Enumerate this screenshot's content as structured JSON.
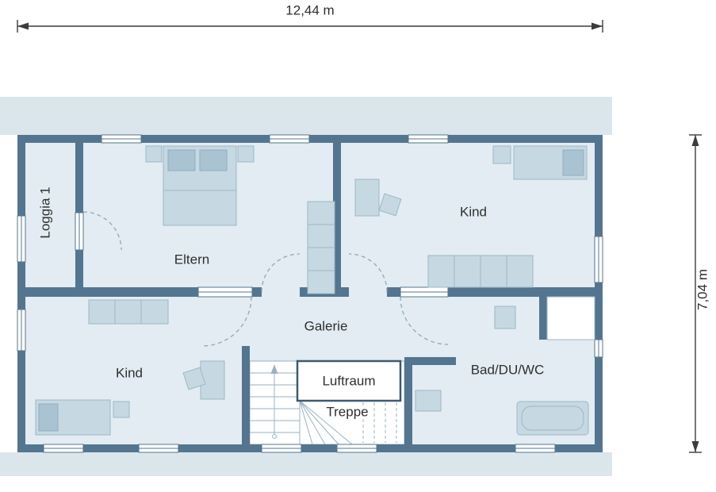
{
  "dimensions": {
    "width": "12,44 m",
    "height": "7,04 m"
  },
  "rooms": {
    "loggia": "Loggia 1",
    "eltern": "Eltern",
    "kind_top": "Kind",
    "kind_bottom": "Kind",
    "galerie": "Galerie",
    "luftraum": "Luftraum",
    "treppe": "Treppe",
    "bad": "Bad/DU/WC"
  },
  "colors": {
    "wall": "#54758f",
    "floor": "#e2ecf2",
    "furniture": "#c6d8e2",
    "furniture_dark": "#a9c3d2",
    "roof_band": "#dbe5ec",
    "dashed_line": "#8fa9ba",
    "stair_line": "#9ab3c2",
    "text": "#2f2f2f",
    "dim": "#3c3c3c"
  }
}
